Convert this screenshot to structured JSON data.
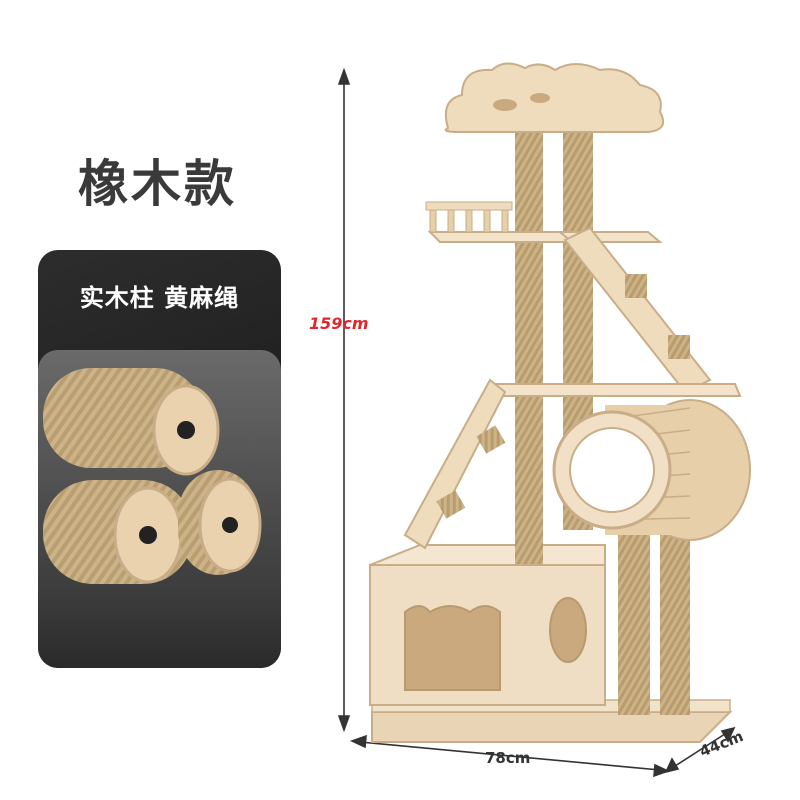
{
  "title": "橡木款",
  "card": {
    "label": "实木柱 黄麻绳"
  },
  "dimensions": {
    "height": "159cm",
    "width": "78cm",
    "depth": "44cm"
  },
  "colors": {
    "wood": "#ecd9bd",
    "wood_edge": "#c9ad88",
    "rope": "#c2a77a",
    "rope_dark": "#9e8558",
    "accent": "#e3262b"
  }
}
